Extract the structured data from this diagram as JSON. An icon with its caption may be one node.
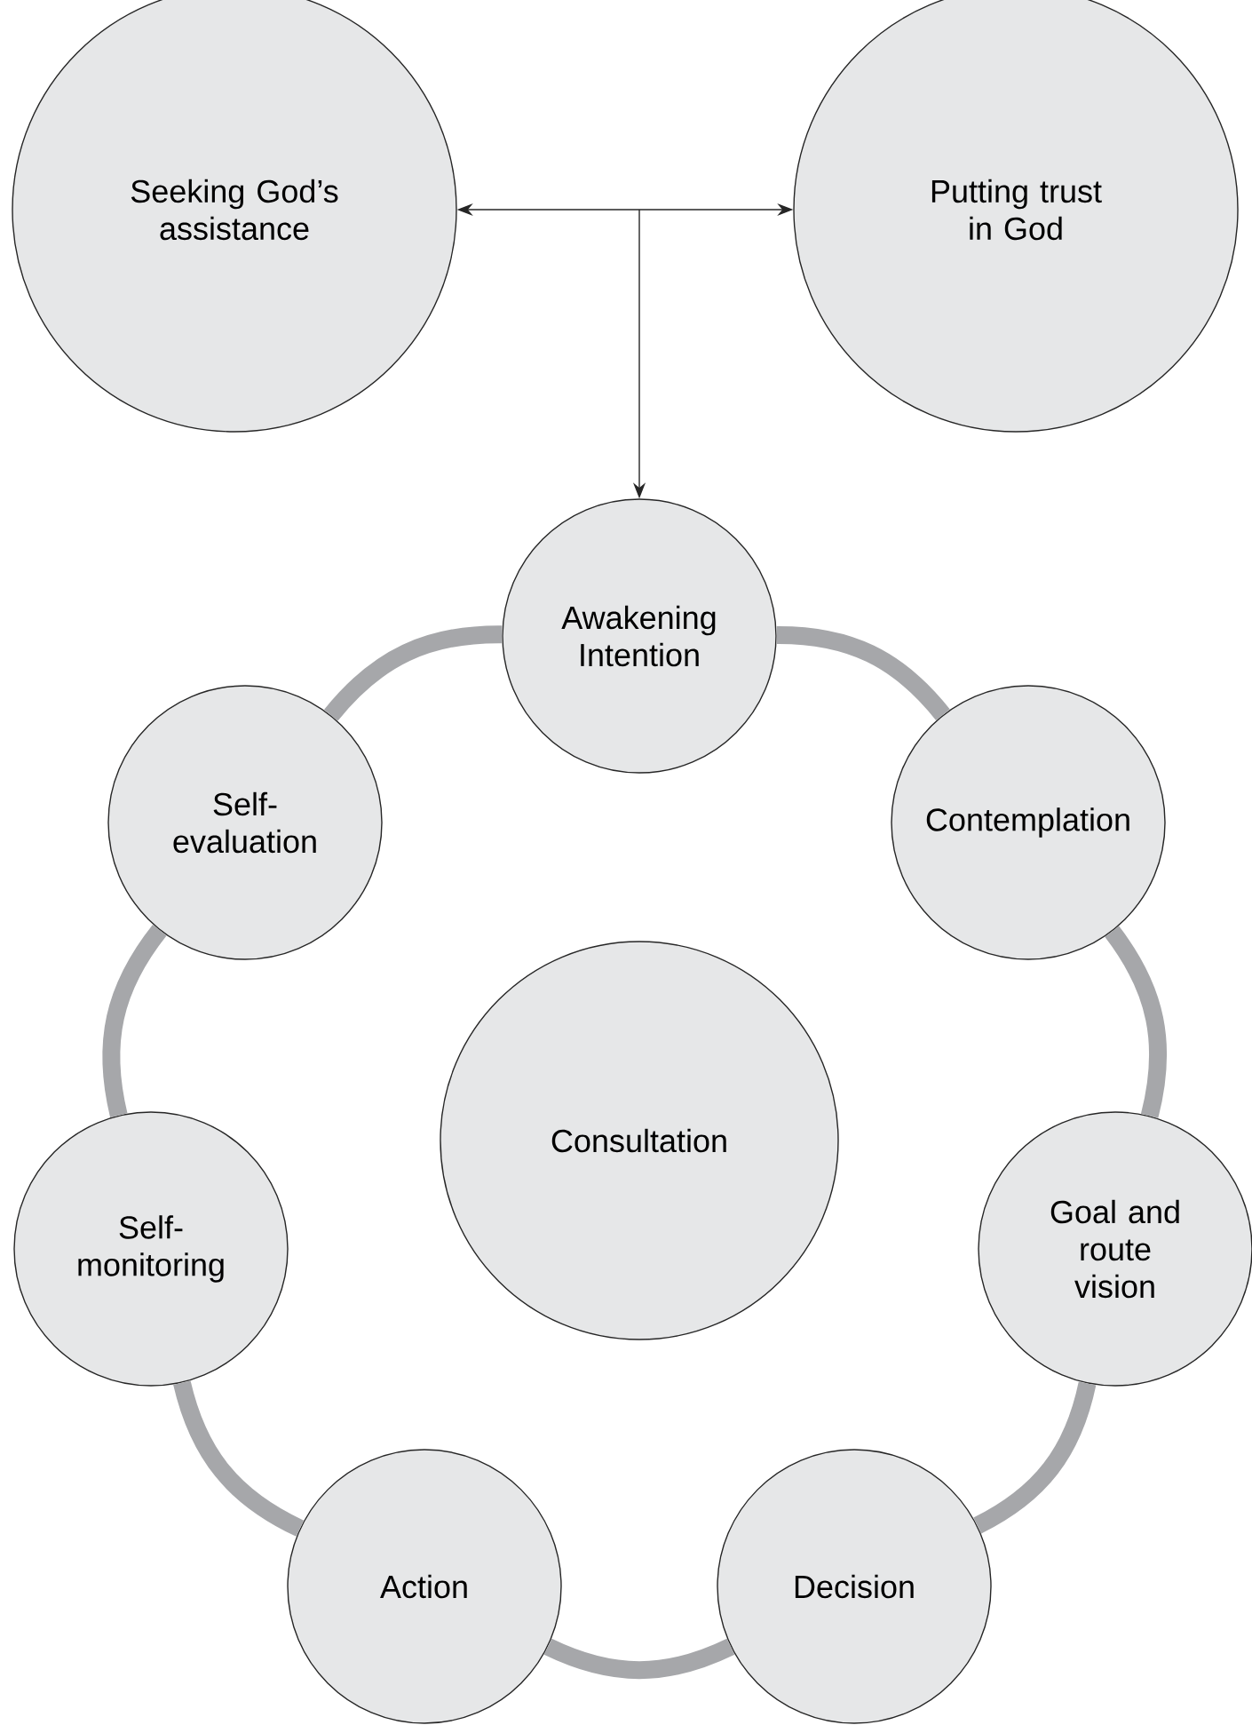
{
  "diagram": {
    "nodes": [
      {
        "text": [
          "Seeking God’s assistance"
        ]
      },
      {
        "text": [
          "Putting trust in God"
        ]
      },
      {
        "text": [
          "Awakening Intention"
        ]
      },
      {
        "text": [
          "Contemplation"
        ]
      },
      {
        "text": [
          "Goal and route vision"
        ]
      },
      {
        "text": [
          "Decision"
        ]
      },
      {
        "text": [
          "Action"
        ]
      },
      {
        "text": [
          "Self-monitoring"
        ]
      },
      {
        "text": [
          "Self-evaluation"
        ]
      },
      {
        "text": [
          "Consultation"
        ]
      }
    ],
    "edges": [
      {
        "from": 0,
        "to": 1,
        "arrow": "both",
        "color": "#262626"
      },
      {
        "from": null,
        "to": 2,
        "arrow": "to",
        "color": "#262626"
      },
      {
        "from": 2,
        "to": 3,
        "arrow": "none"
      },
      {
        "from": 3,
        "to": 4,
        "arrow": "none"
      },
      {
        "from": 4,
        "to": 5,
        "arrow": "none"
      },
      {
        "from": 5,
        "to": 6,
        "arrow": "none"
      },
      {
        "from": 6,
        "to": 7,
        "arrow": "none"
      },
      {
        "from": 7,
        "to": 8,
        "arrow": "none"
      },
      {
        "from": 8,
        "to": 2,
        "arrow": "none"
      }
    ]
  }
}
